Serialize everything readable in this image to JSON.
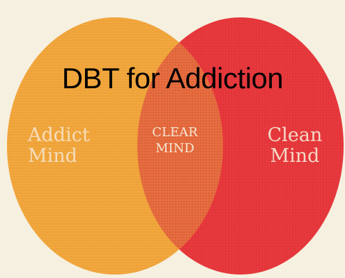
{
  "title": "DBT for Addiction",
  "left_region": {
    "line1": "Addict",
    "line2": "Mind",
    "color": "#f3a63a"
  },
  "overlap_region": {
    "line1": "CLEAR",
    "line2": "MIND",
    "color": "#e9693a"
  },
  "right_region": {
    "line1": "Clean",
    "line2": "Mind",
    "color": "#e8363a"
  },
  "background_color": "#f6f0e0"
}
